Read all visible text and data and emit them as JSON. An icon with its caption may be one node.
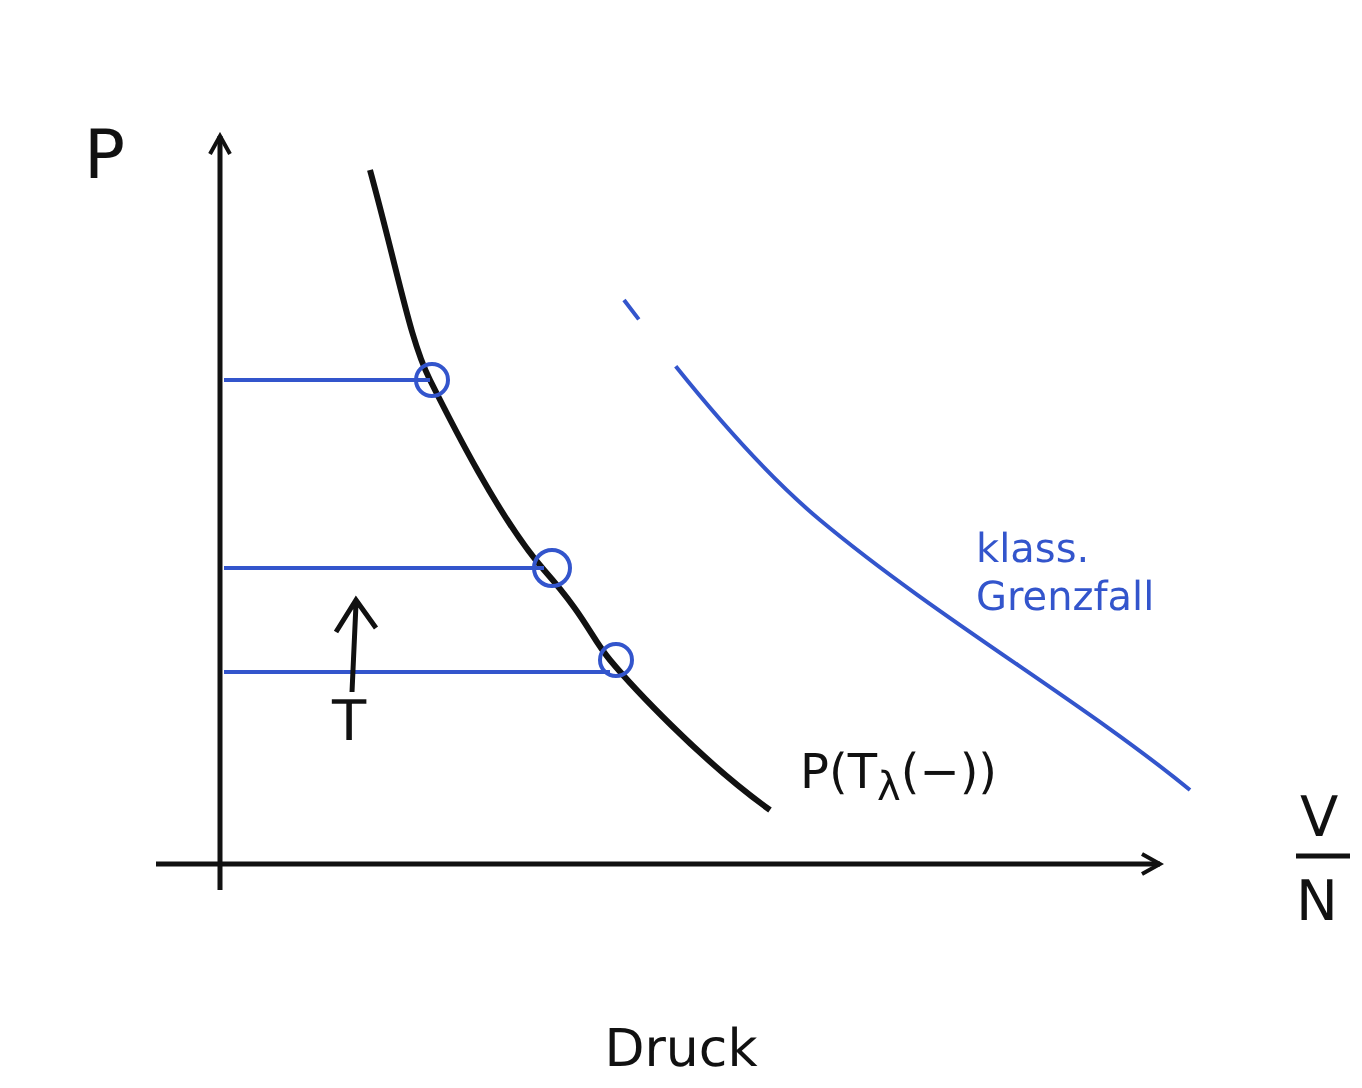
{
  "diagram": {
    "caption": "Druck",
    "labels": [
      "P",
      "V",
      "N",
      "T",
      "P(T$_{λ}$(−))",
      "klass. Grenzfall"
    ]
  }
}
